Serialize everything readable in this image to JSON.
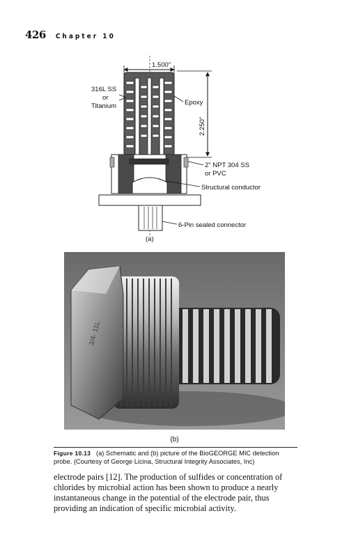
{
  "header": {
    "page_number": "426",
    "chapter": "Chapter 10"
  },
  "figure": {
    "schematic": {
      "dimension_width": "1.500\"",
      "dimension_height": "2.250\"",
      "label_material_1": "316L SS",
      "label_material_2": "or",
      "label_material_3": "Titanium",
      "label_epoxy": "Epoxy",
      "label_npt_1": "2\" NPT 304 SS",
      "label_npt_2": "or PVC",
      "label_conductor": "Structural conductor",
      "label_connector": "6-Pin sealed connector",
      "sublabel": "(a)"
    },
    "photo": {
      "stamp_text": "3/4- 11L",
      "sublabel": "(b)"
    },
    "caption": {
      "fig_label": "Figure 10.13",
      "text_1": "(a) Schematic and (b) picture of the BioGEORGE MIC detection",
      "text_2": "probe. (Courtesy of George Licina, Structural Integrity Associates, Inc)"
    }
  },
  "body": {
    "lines": [
      "electrode pairs [12]. The production of sulfides or concentration of",
      "chlorides by microbial action has been shown to produce a nearly",
      "instantaneous change in the potential of the electrode pair, thus",
      "providing an indication of specific microbial activity."
    ]
  }
}
